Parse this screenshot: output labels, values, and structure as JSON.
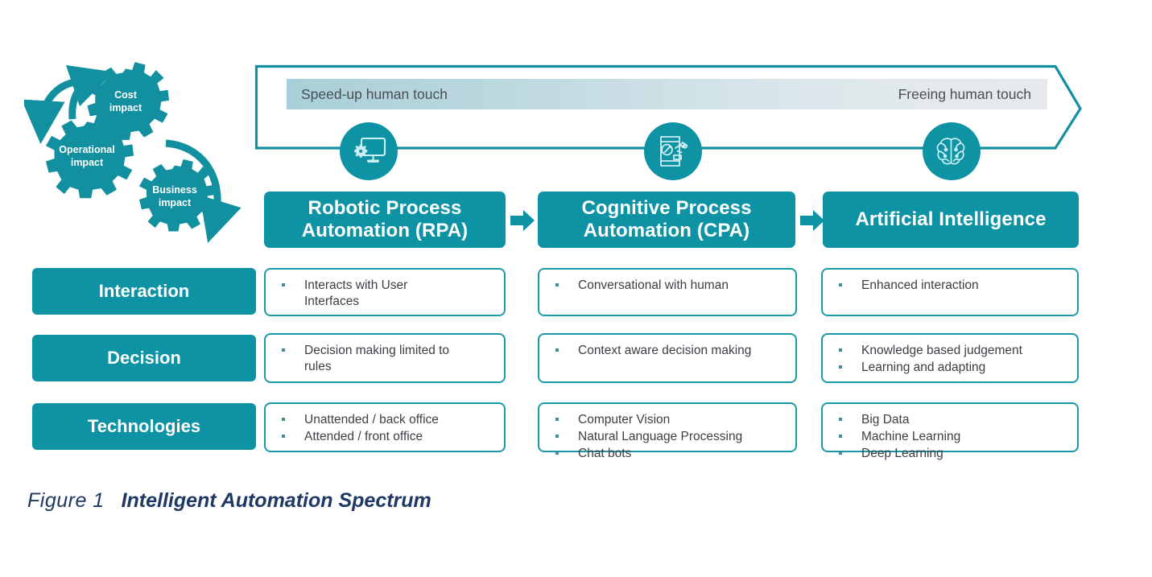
{
  "figure": {
    "caption_number": "Figure 1",
    "caption_title": "Intelligent Automation Spectrum"
  },
  "colors": {
    "teal": "#0d93a4",
    "teal_border": "#1a9aa8",
    "bullet": "#3e8f9b",
    "caption_navy": "#1f3864",
    "bar_text": "#4a4f54",
    "cell_text": "#3b3f44",
    "gradient_start": "#a8cfd9",
    "gradient_end": "#e6eaec"
  },
  "gears": {
    "items": [
      {
        "id": "cost",
        "label_line1": "Cost",
        "label_line2": "impact"
      },
      {
        "id": "operational",
        "label_line1": "Operational",
        "label_line2": "impact"
      },
      {
        "id": "business",
        "label_line1": "Business",
        "label_line2": "impact"
      }
    ]
  },
  "spectrum": {
    "left_label": "Speed-up human touch",
    "right_label": "Freeing human touch"
  },
  "stages": [
    {
      "id": "rpa",
      "icon": "monitor-gear-icon",
      "title_line1": "Robotic Process",
      "title_line2": "Automation (RPA)"
    },
    {
      "id": "cpa",
      "icon": "robot-arm-document-icon",
      "title_line1": "Cognitive Process",
      "title_line2": "Automation (CPA)"
    },
    {
      "id": "ai",
      "icon": "brain-icon",
      "title_line1": "Artificial Intelligence",
      "title_line2": ""
    }
  ],
  "rows": [
    {
      "label": "Interaction",
      "cells": [
        {
          "items": [
            "Interacts with User\nInterfaces"
          ]
        },
        {
          "items": [
            "Conversational with human"
          ]
        },
        {
          "items": [
            "Enhanced interaction"
          ]
        }
      ]
    },
    {
      "label": "Decision",
      "cells": [
        {
          "items": [
            "Decision making limited to\nrules"
          ]
        },
        {
          "items": [
            "Context aware decision making"
          ]
        },
        {
          "items": [
            "Knowledge based judgement",
            "Learning and adapting"
          ]
        }
      ]
    },
    {
      "label": "Technologies",
      "cells": [
        {
          "items": [
            "Unattended / back office",
            "Attended / front office"
          ]
        },
        {
          "items": [
            "Computer Vision",
            "Natural Language Processing",
            "Chat bots"
          ]
        },
        {
          "items": [
            "Big Data",
            "Machine Learning",
            "Deep Learning"
          ]
        }
      ]
    }
  ]
}
